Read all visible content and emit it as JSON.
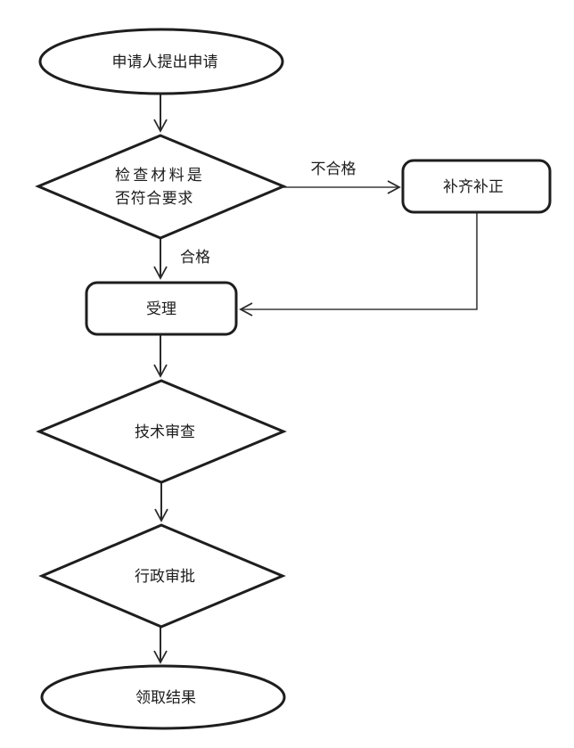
{
  "diagram": {
    "type": "flowchart",
    "background_color": "#ffffff",
    "stroke_color": "#1e1e1e",
    "text_color": "#1c1c1c",
    "nodes": {
      "start": {
        "type": "ellipse",
        "label": "申请人提出申请"
      },
      "check": {
        "type": "diamond",
        "label": "检查材料是否符合要求",
        "label_line1": "检查材料是",
        "label_line2": "否符合要求"
      },
      "correct": {
        "type": "rounded-rect",
        "label": "补齐补正"
      },
      "accept": {
        "type": "rounded-rect",
        "label": "受理"
      },
      "tech": {
        "type": "diamond",
        "label": "技术审查"
      },
      "admin": {
        "type": "diamond",
        "label": "行政审批"
      },
      "end": {
        "type": "ellipse",
        "label": "领取结果"
      }
    },
    "edges": [
      {
        "from": "start",
        "to": "check",
        "label": ""
      },
      {
        "from": "check",
        "to": "correct",
        "label": "不合格"
      },
      {
        "from": "check",
        "to": "accept",
        "label": "合格"
      },
      {
        "from": "correct",
        "to": "accept",
        "label": ""
      },
      {
        "from": "accept",
        "to": "tech",
        "label": ""
      },
      {
        "from": "tech",
        "to": "admin",
        "label": ""
      },
      {
        "from": "admin",
        "to": "end",
        "label": ""
      }
    ]
  }
}
